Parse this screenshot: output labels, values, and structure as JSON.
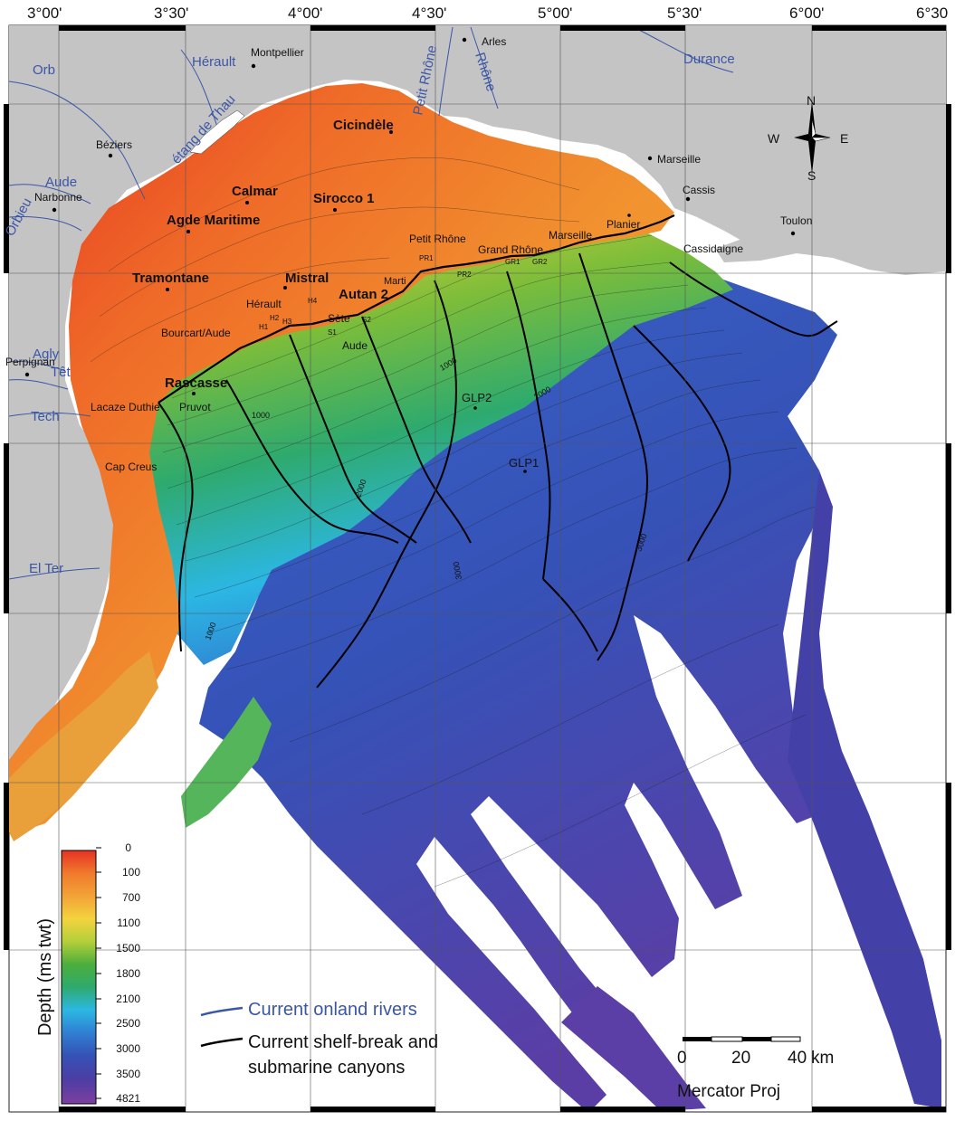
{
  "colors": {
    "land": "#c4c4c4",
    "water_bg": "#ffffff",
    "river": "#3b56a6",
    "canyon": "#000000",
    "grid": "#555555",
    "ramp": [
      "#e63323",
      "#f07a2c",
      "#f2a338",
      "#f3d33e",
      "#b3cf3a",
      "#4cae3c",
      "#2eaa6e",
      "#2cb7e3",
      "#2f7fd2",
      "#3552b7",
      "#4b3ea4",
      "#7d3fa0"
    ]
  },
  "axis": {
    "top_labels": [
      "3°00'",
      "3°30'",
      "4°00'",
      "4°30'",
      "5°00'",
      "5°30'",
      "6°00'",
      "6°30"
    ]
  },
  "rivers": [
    "Orb",
    "Hérault",
    "Petit Rhône",
    "Rhône",
    "Durance",
    "Aude",
    "Orbieu",
    "Agly",
    "Têt",
    "Tech",
    "El Ter",
    "étang de Thau"
  ],
  "towns": [
    "Montpellier",
    "Arles",
    "Béziers",
    "Narbonne",
    "Perpignan",
    "Marseille",
    "Cassis",
    "Toulon",
    "Cap Creus",
    "Cassidaigne"
  ],
  "wells": [
    "Cicindèle",
    "Calmar",
    "Sirocco 1",
    "Agde Maritime",
    "Tramontane",
    "Mistral",
    "Autan 2",
    "Marti",
    "Petit Rhône",
    "Grand Rhône",
    "Marseille",
    "Planier",
    "Hérault",
    "Sète",
    "Bourcart/Aude",
    "Rascasse",
    "Lacaze Duthie",
    "Pruvot",
    "Aude",
    "GLP2",
    "GLP1"
  ],
  "canyon_codes": [
    "PR1",
    "PR2",
    "GR1",
    "GR2",
    "H1",
    "H2",
    "H3",
    "H4",
    "S1",
    "S2"
  ],
  "contour_labels": [
    "1000",
    "1000",
    "2000",
    "2000",
    "3000",
    "1000",
    "3000"
  ],
  "compass": {
    "n": "N",
    "s": "S",
    "e": "E",
    "w": "W"
  },
  "legend": {
    "title": "Depth (ms twt)",
    "ticks": [
      "0",
      "100",
      "700",
      "1100",
      "1500",
      "1800",
      "2100",
      "2500",
      "3000",
      "3500",
      "4821"
    ],
    "rivers_label": "Current onland rivers",
    "canyons_label_1": "Current shelf-break and",
    "canyons_label_2": "submarine canyons"
  },
  "scale": {
    "ticks": [
      "0",
      "20",
      "40"
    ],
    "unit": "km",
    "projection": "Mercator Proj"
  }
}
